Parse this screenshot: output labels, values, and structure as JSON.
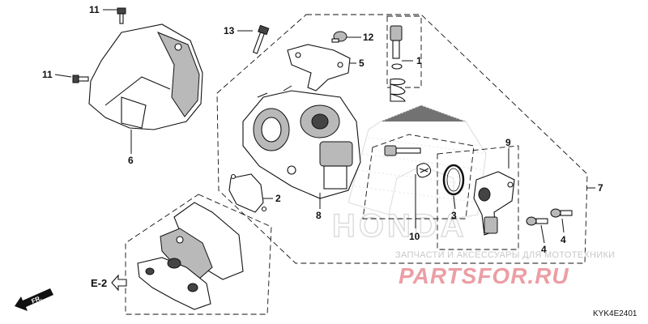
{
  "callouts": {
    "c1": "1",
    "c2": "2",
    "c3": "3",
    "c4a": "4",
    "c4b": "4",
    "c5": "5",
    "c6": "6",
    "c7": "7",
    "c8": "8",
    "c9": "9",
    "c10": "10",
    "c11a": "11",
    "c11b": "11",
    "c12": "12",
    "c13": "13"
  },
  "reference": {
    "label": "E-2"
  },
  "direction": {
    "label": "FR."
  },
  "watermark": {
    "brand_art": "HONDA",
    "site_caption": "ЗАПЧАСТИ И АКСЕССУАРЫ ДЛЯ МОТОТЕХНИКИ",
    "site_logo": "PARTSFOR.RU"
  },
  "diagram_code": "KYK4E2401",
  "colors": {
    "ink": "#111111",
    "watermark_red": "#ec9ea4",
    "watermark_grey": "#c8c8c8"
  }
}
